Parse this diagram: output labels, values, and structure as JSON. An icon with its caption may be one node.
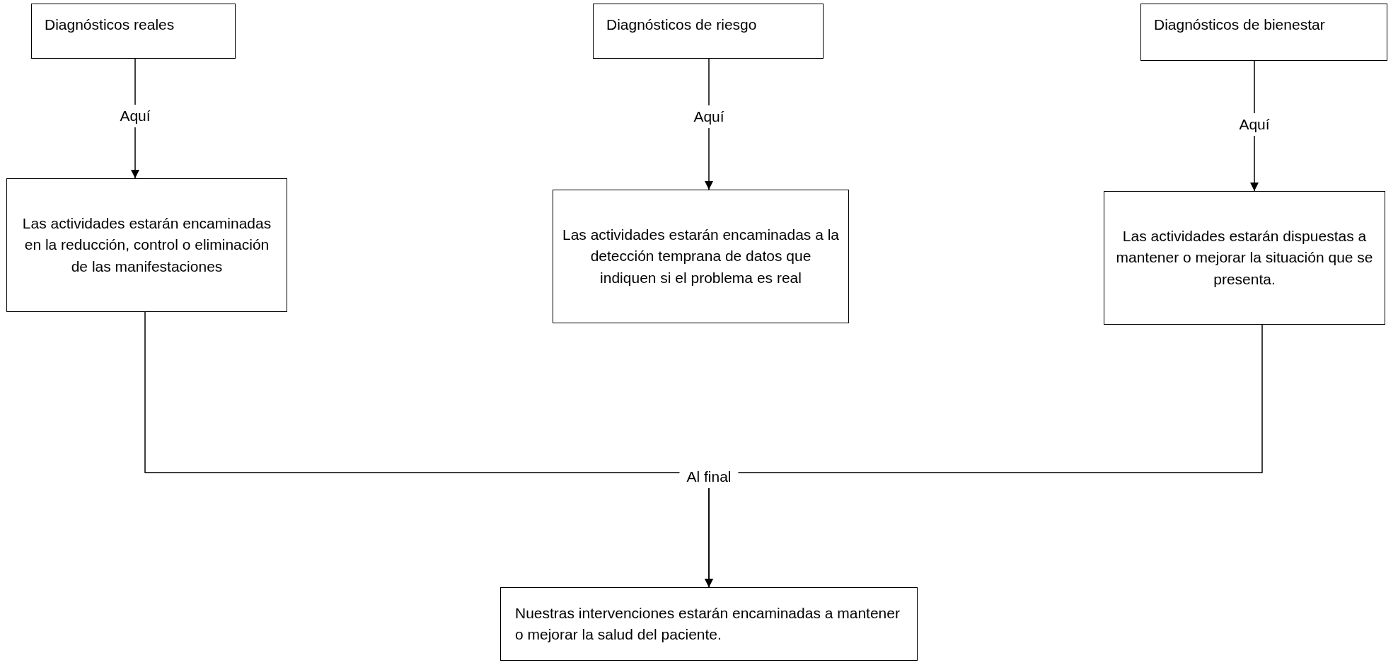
{
  "diagram": {
    "nodes": [
      {
        "text": [
          "Diagnósticos reales"
        ]
      },
      {
        "text": [
          "Diagnósticos de riesgo"
        ]
      },
      {
        "text": [
          "Diagnósticos de bienestar"
        ]
      },
      {
        "text": [
          "Las actividades estarán encaminadas en la reducción, control o eliminación de las manifestaciones"
        ]
      },
      {
        "text": [
          "Las actividades estarán encaminadas a la detección temprana de datos que indiquen si el problema es real"
        ]
      },
      {
        "text": [
          "Las actividades estarán dispuestas a mantener o mejorar la situación que se presenta."
        ]
      },
      {
        "text": [
          "Nuestras intervenciones estarán encaminadas a mantener o mejorar la salud del paciente."
        ]
      }
    ],
    "edges": [
      {
        "from": 0,
        "to": 3,
        "arrow": "to",
        "label": "Aquí"
      },
      {
        "from": 1,
        "to": 4,
        "arrow": "to",
        "label": "Aquí"
      },
      {
        "from": 2,
        "to": 5,
        "arrow": "to",
        "label": "Aquí"
      },
      {
        "from": 3,
        "to": 6,
        "arrow": "to",
        "label": "Al final"
      },
      {
        "from": 5,
        "to": 6,
        "arrow": "to"
      }
    ]
  }
}
